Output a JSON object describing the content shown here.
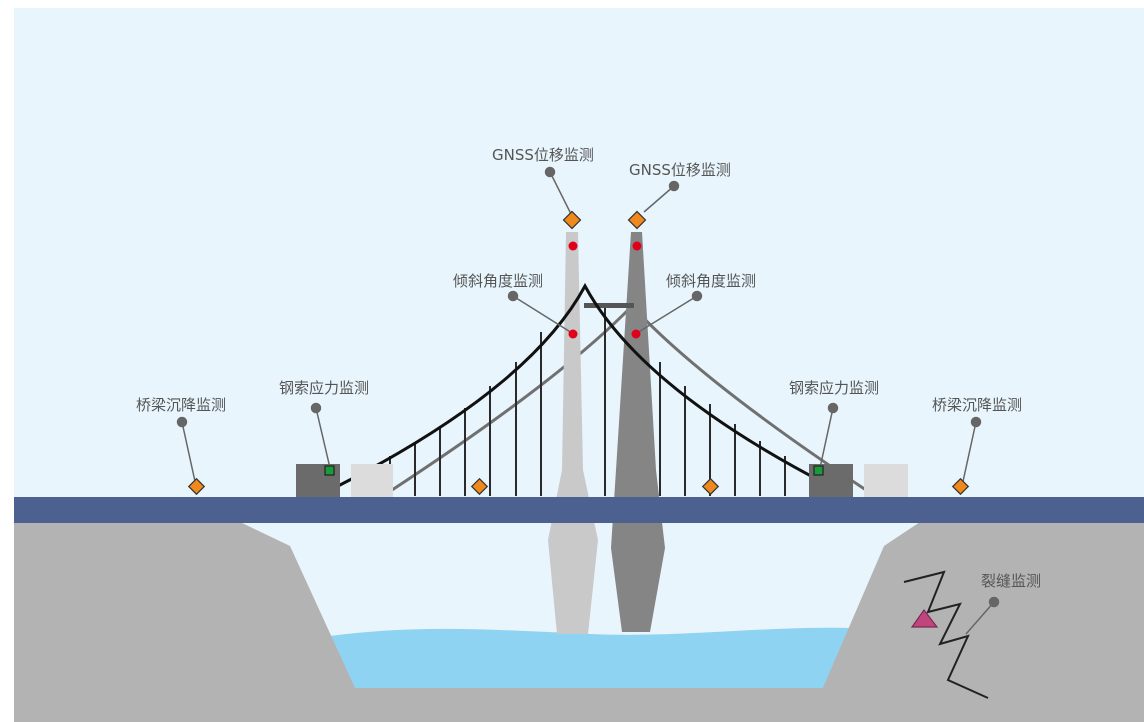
{
  "colors": {
    "sky": "#e8f5fd",
    "ground": "#b3b3b3",
    "water": "#8fd3f2",
    "deck": "#4d6190",
    "tower_left": "#c9c9c9",
    "tower_right": "#858585",
    "anchor_dark": "#6b6b6b",
    "anchor_light": "#dcdcdc",
    "main_cable": "#111111",
    "back_cable": "#707070",
    "sensor_diamond": "#f0891c",
    "sensor_dot": "#e0001b",
    "sensor_square": "#1a9a38",
    "sensor_triangle": "#c0457e",
    "leader": "#666666",
    "label_text": "#555555"
  },
  "labels": {
    "gnss_left": "GNSS位移监测",
    "gnss_right": "GNSS位移监测",
    "tilt_left": "倾斜角度监测",
    "tilt_right": "倾斜角度监测",
    "cable_left": "钢索应力监测",
    "cable_right": "钢索应力监测",
    "settle_left": "桥梁沉降监测",
    "settle_right": "桥梁沉降监测",
    "crack": "裂缝监测"
  },
  "icons": {
    "gnss": "diamond-icon",
    "tilt": "dot-icon",
    "cable_stress": "square-icon",
    "settlement": "diamond-icon",
    "crack": "triangle-icon"
  }
}
